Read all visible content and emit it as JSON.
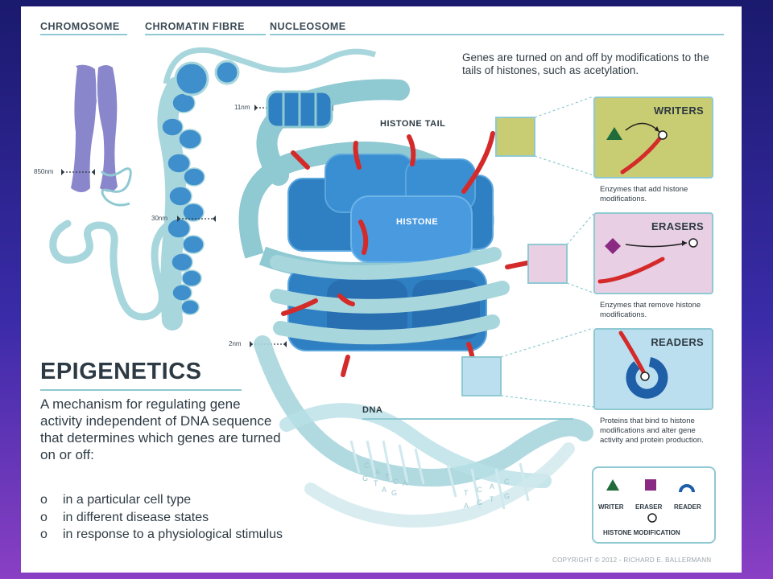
{
  "headers": {
    "chromosome": "CHROMOSOME",
    "chromatin_fibre": "CHROMATIN FIBRE",
    "nucleosome": "NUCLEOSOME"
  },
  "intro_text": "Genes are turned on and off by modifications to the tails of histones, such as acetylation.",
  "scale_labels": {
    "nm850": "850nm",
    "nm30": "30nm",
    "nm11": "11nm",
    "nm2": "2nm"
  },
  "diagram_labels": {
    "histone_tail": "HISTONE TAIL",
    "histone": "HISTONE",
    "dna": "DNA"
  },
  "dna_letters": [
    "C",
    "A",
    "T",
    "C",
    "A",
    "G",
    "T",
    "A",
    "G",
    "T",
    "C",
    "A",
    "C",
    "A",
    "G",
    "T",
    "G"
  ],
  "title": "EPIGENETICS",
  "description": "A mechanism for regulating gene activity independent of DNA sequence that determines which genes are turned on or off:",
  "bullets": [
    "in a particular cell type",
    "in different disease states",
    "in response to a physiological stimulus"
  ],
  "bullet_marker": "o",
  "boxes": {
    "writers": {
      "title": "WRITERS",
      "caption": "Enzymes that add histone modifications.",
      "color": "#c8cc72"
    },
    "erasers": {
      "title": "ERASERS",
      "caption": "Enzymes that remove histone modifications.",
      "color": "#e8cfe4"
    },
    "readers": {
      "title": "READERS",
      "caption": "Proteins that bind to histone modifications and alter gene activity and protein production.",
      "color": "#bcdff0"
    }
  },
  "legend": {
    "writer": "WRITER",
    "eraser": "ERASER",
    "reader": "READER",
    "histone_modification": "HISTONE MODIFICATION"
  },
  "copyright": "COPYRIGHT © 2012 - RICHARD E. BALLERMANN",
  "colors": {
    "histone_blue": "#2f7fc3",
    "dna_teal": "#8fc9d2",
    "tail_red": "#d42a2a",
    "writer_green": "#1f6b3a",
    "eraser_purple": "#8a2a82",
    "reader_blue": "#1f5fa8",
    "chromosome_purple": "#8a86cc"
  }
}
